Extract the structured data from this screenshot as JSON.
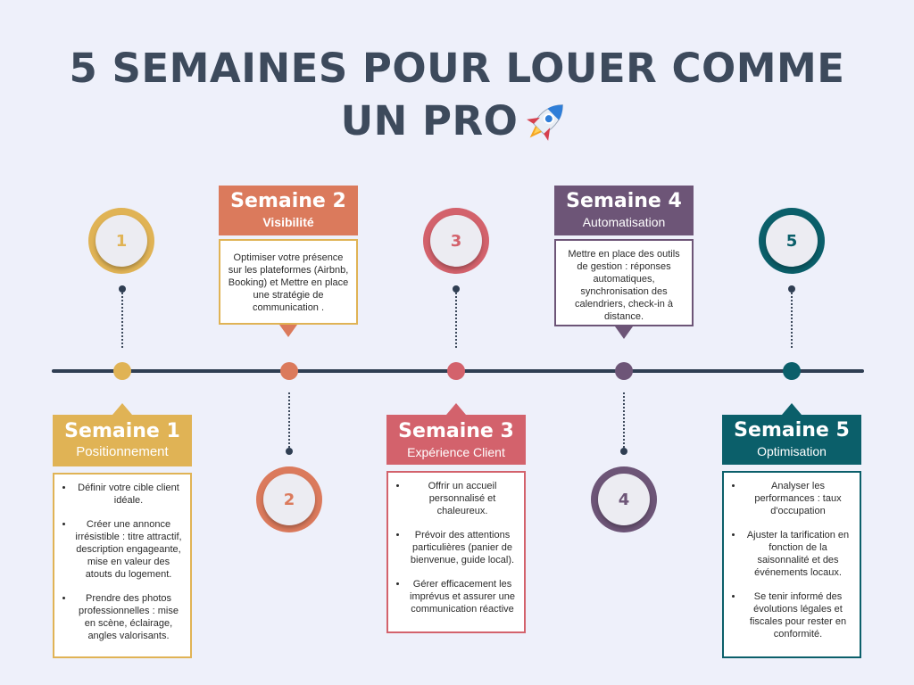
{
  "title": {
    "line1": "5 SEMAINES POUR LOUER COMME",
    "line2": "UN PRO"
  },
  "icons": {
    "title_icon": "rocket-icon"
  },
  "colors": {
    "week1": "#e0b355",
    "week2": "#db7a5c",
    "week3": "#d3626c",
    "week4": "#6d5577",
    "week5": "#0b5f6a",
    "timeline": "#2f3e52"
  },
  "weeks": [
    {
      "number": "1",
      "title": "Semaine 1",
      "subtitle": "Positionnement",
      "items": [
        "Définir votre cible client idéale.",
        "Créer une annonce irrésistible : titre attractif, description engageante, mise en valeur des atouts du logement.",
        "Prendre des photos professionnelles : mise en scène, éclairage, angles valorisants."
      ]
    },
    {
      "number": "2",
      "title": "Semaine 2",
      "subtitle": "Visibilité",
      "text": "Optimiser votre présence sur les plateformes (Airbnb, Booking) et Mettre en place une stratégie de communication ."
    },
    {
      "number": "3",
      "title": "Semaine 3",
      "subtitle": "Expérience Client",
      "items": [
        "Offrir un accueil personnalisé et chaleureux.",
        "Prévoir des attentions particulières (panier de bienvenue, guide local).",
        "Gérer efficacement les imprévus et assurer une communication réactive"
      ]
    },
    {
      "number": "4",
      "title": "Semaine 4",
      "subtitle": "Automatisation",
      "text": "Mettre en place des outils de gestion : réponses automatiques, synchronisation des calendriers, check-in à distance."
    },
    {
      "number": "5",
      "title": "Semaine 5",
      "subtitle": "Optimisation",
      "items": [
        "Analyser les performances : taux d'occupation",
        "Ajuster la tarification en fonction de la saisonnalité et des événements locaux.",
        "Se tenir informé des évolutions légales et fiscales pour rester en conformité."
      ]
    }
  ]
}
